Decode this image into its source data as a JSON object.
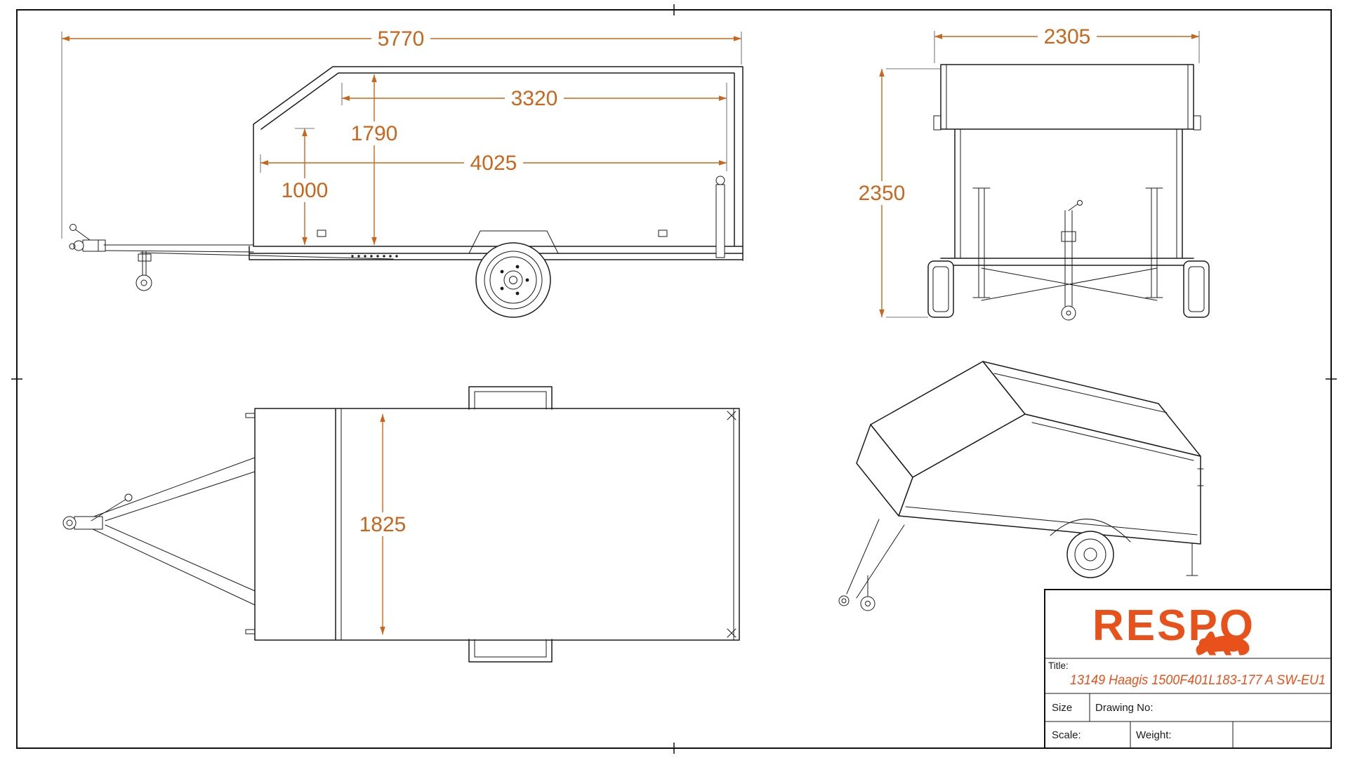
{
  "colors": {
    "dimension": "#c9661c",
    "accent": "#e8511a",
    "line": "#1b1b1b"
  },
  "drawing": {
    "side_view": {
      "dims": {
        "overall_length": "5770",
        "upper_body_length": "3320",
        "interior_height": "1790",
        "body_length": "4025",
        "front_opening_height": "1000"
      }
    },
    "rear_view": {
      "dims": {
        "overall_width": "2305",
        "overall_height": "2350"
      }
    },
    "top_view": {
      "dims": {
        "interior_width": "1825"
      }
    }
  },
  "title_block": {
    "logo_text": "RESPO",
    "title_label": "Title:",
    "title_value": "13149 Haagis 1500F401L183-177 A SW-EU1",
    "size_label": "Size",
    "drawing_no_label": "Drawing No:",
    "scale_label": "Scale:",
    "weight_label": "Weight:"
  }
}
